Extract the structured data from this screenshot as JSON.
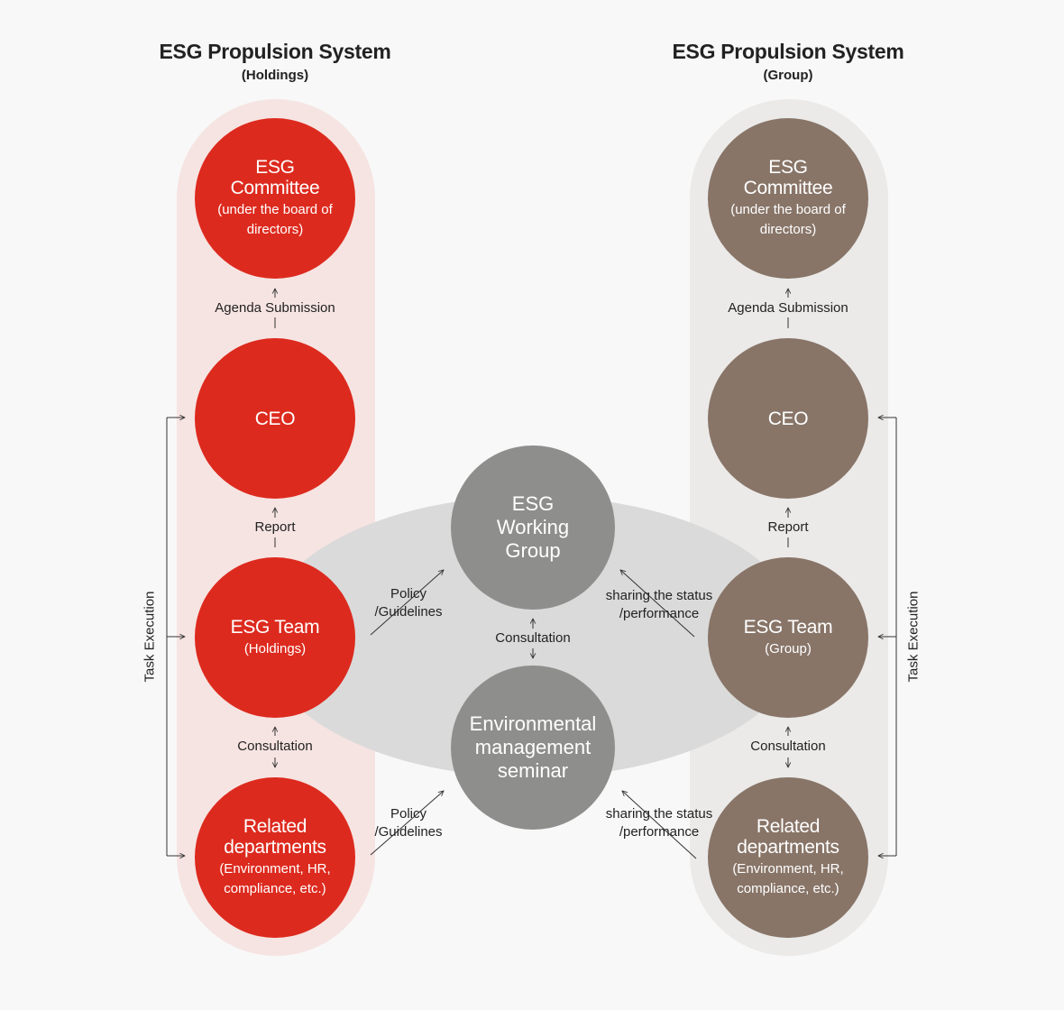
{
  "left": {
    "title": "ESG Propulsion System",
    "subtitle": "(Holdings)",
    "committee": {
      "label": "ESG Committee",
      "sub": "(under the board of directors)"
    },
    "ceo": {
      "label": "CEO"
    },
    "team": {
      "label": "ESG Team",
      "sub": "(Holdings)"
    },
    "departments": {
      "label": "Related departments",
      "sub": "(Environment, HR, compliance, etc.)"
    },
    "agenda_label": "Agenda Submission",
    "report_label": "Report",
    "consultation_label": "Consultation",
    "side_label": "Task Execution"
  },
  "right": {
    "title": "ESG Propulsion System",
    "subtitle": "(Group)",
    "committee": {
      "label": "ESG Committee",
      "sub": "(under the board of directors)"
    },
    "ceo": {
      "label": "CEO"
    },
    "team": {
      "label": "ESG Team",
      "sub": "(Group)"
    },
    "departments": {
      "label": "Related departments",
      "sub": "(Environment, HR, compliance, etc.)"
    },
    "agenda_label": "Agenda Submission",
    "report_label": "Report",
    "consultation_label": "Consultation",
    "side_label": "Task Execution"
  },
  "center": {
    "working_group": "ESG Working Group",
    "seminar": "Environmental management seminar",
    "consultation_label": "Consultation",
    "policy_label_1": "Policy",
    "policy_label_2": "/Guidelines",
    "sharing_label_1": "sharing the status",
    "sharing_label_2": "/performance"
  },
  "colors": {
    "holdings_red": "#dd2a1e",
    "group_brown": "#887568",
    "center_grey": "#8e8f8d"
  }
}
